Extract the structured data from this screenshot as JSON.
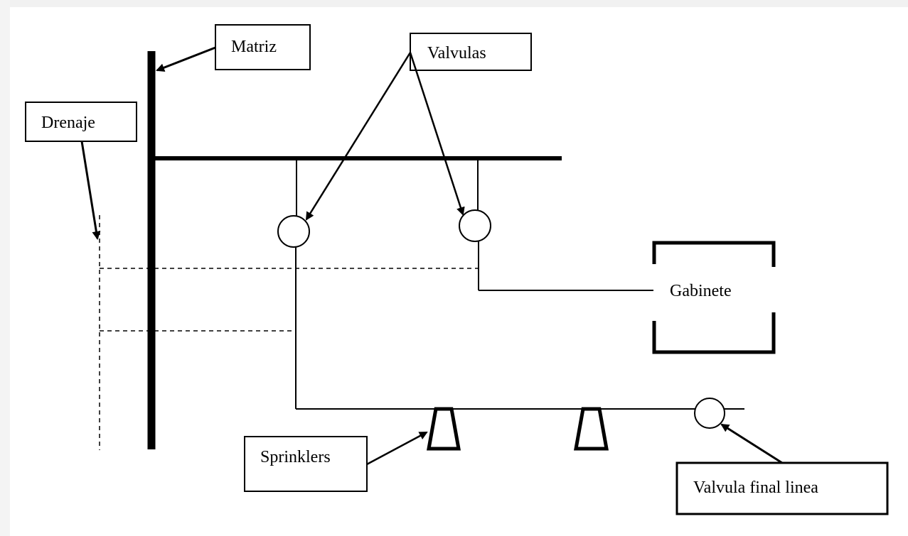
{
  "diagram": {
    "labels": {
      "matriz": "Matriz",
      "valvulas": "Valvulas",
      "drenaje": "Drenaje",
      "gabinete": "Gabinete",
      "sprinklers": "Sprinklers",
      "valvula_final": "Valvula final linea"
    },
    "colors": {
      "line": "#000000",
      "background": "#ffffff"
    }
  }
}
